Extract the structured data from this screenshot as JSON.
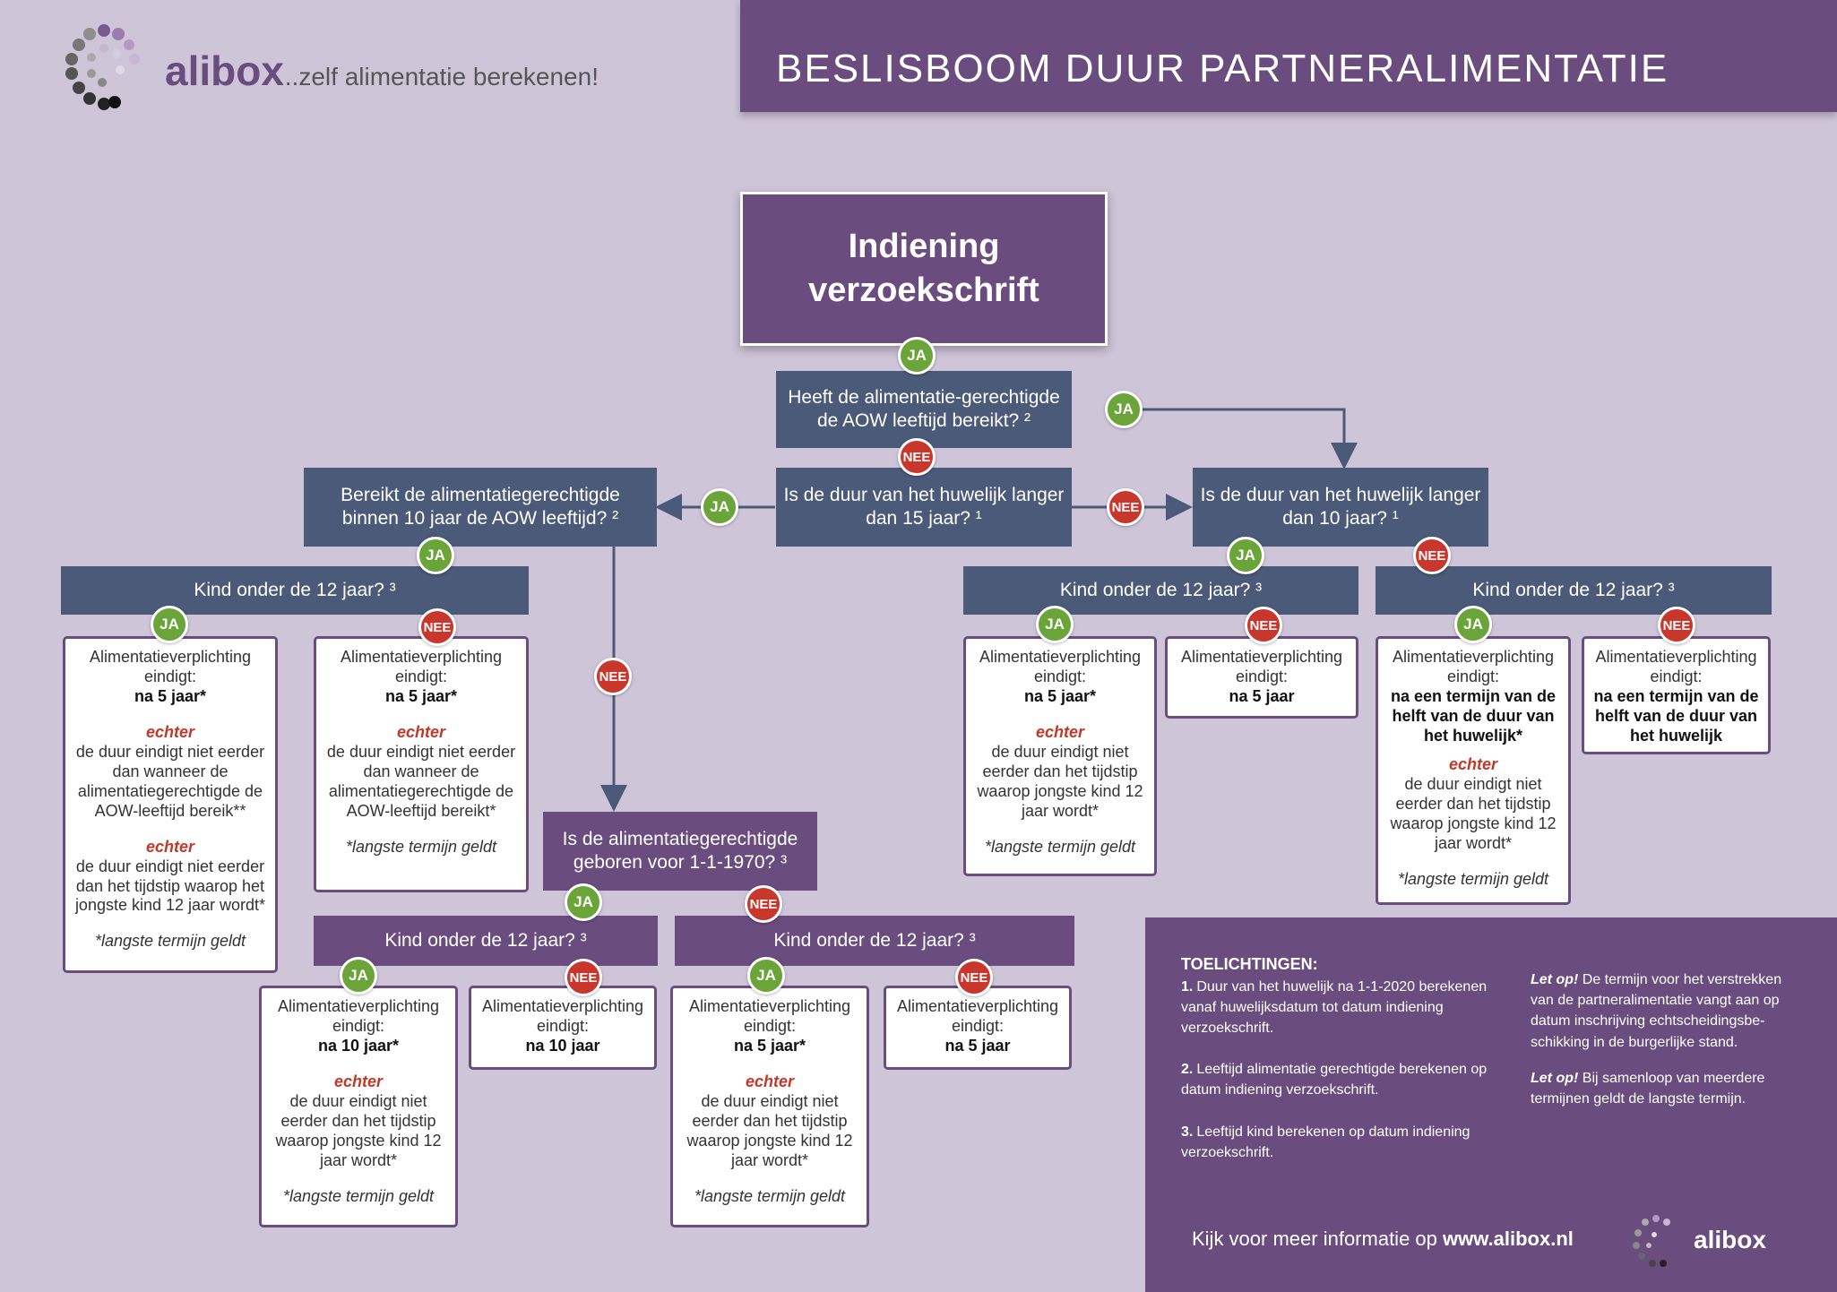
{
  "header": {
    "title": "BESLISBOOM DUUR PARTNERALIMENTATIE"
  },
  "logo": {
    "name": "alibox",
    "tagline": "...zelf alimentatie berekenen!"
  },
  "start": {
    "title": "Indiening verzoekschrift"
  },
  "labels": {
    "ja": "JA",
    "nee": "NEE"
  },
  "questions": {
    "aow": "Heeft de alimentatie-gerechtigde de AOW leeftijd bereikt? ²",
    "dur15": "Is de duur van het huwelijk langer dan 15 jaar? ¹",
    "dur10": "Is de duur van het huwelijk langer dan 10 jaar? ¹",
    "aow10": "Bereikt de alimentatiegerechtigde binnen 10 jaar de AOW leeftijd? ²",
    "born1970": "Is de alimentatiegerechtigde geboren voor 1-1-1970? ³",
    "kid_a": "Kind onder de 12 jaar? ³",
    "kid_b": "Kind onder de 12 jaar? ³",
    "kid_c": "Kind onder de 12 jaar? ³",
    "kid_d": "Kind onder de 12 jaar? ³",
    "kid_e": "Kind onder de 12 jaar? ³"
  },
  "results": {
    "intro": "Alimentatieverplichting eindigt:",
    "echter": "echter",
    "note": "*langste termijn geldt",
    "r1_value": "na 5 jaar*",
    "r1_text1": "de duur eindigt niet eerder dan wanneer de alimentatiegerechtigde de AOW-leeftijd bereik**",
    "r1_text2": "de duur eindigt niet eerder dan het tijdstip waarop het jongste kind 12 jaar wordt*",
    "r2_value": "na 5 jaar*",
    "r2_text": "de duur eindigt niet eerder dan wanneer de alimentatiegerechtigde de AOW-leeftijd bereikt*",
    "r3_value": "na 10 jaar*",
    "r3_text": "de duur eindigt niet eerder dan het tijdstip waarop jongste kind 12 jaar wordt*",
    "r4_value": "na 10 jaar",
    "r5_value": "na 5 jaar*",
    "r5_text": "de duur eindigt niet eerder dan het tijdstip waarop jongste kind 12 jaar wordt*",
    "r6_value": "na 5 jaar",
    "r7_value": "na 5 jaar*",
    "r7_text": "de duur eindigt niet eerder dan het tijdstip waarop jongste kind 12 jaar wordt*",
    "r8_value": "na 5 jaar",
    "r9_value": "na een termijn van de helft van de duur van het huwelijk*",
    "r9_text": "de duur eindigt niet eerder dan het tijdstip waarop jongste kind 12 jaar wordt*",
    "r10_value": "na een termijn van de helft van de duur van het huwelijk"
  },
  "info": {
    "title": "TOELICHTINGEN:",
    "items": [
      {
        "num": "1.",
        "text": "Duur van het huwelijk na 1-1-2020 berekenen vanaf huwelijksdatum tot datum indiening verzoekschrift."
      },
      {
        "num": "2.",
        "text": "Leeftijd alimentatie gerechtigde berekenen op datum indiening verzoekschrift."
      },
      {
        "num": "3.",
        "text": "Leeftijd kind berekenen op datum indiening verzoekschrift."
      }
    ],
    "letop": "Let op!",
    "letop1": "De termijn voor het verstrekken van de partneralimentatie vangt aan op datum inschrijving echtscheidingsbe-schikking in de burgerlijke stand.",
    "letop2": "Bij samenloop van meerdere termijnen geldt de langste termijn.",
    "more_prefix": "Kijk voor meer informatie op",
    "more_url": "www.alibox.nl",
    "brand": "alibox"
  },
  "colors": {
    "purple": "#6a4c7e",
    "slate": "#4a5a78",
    "green": "#6ba53a",
    "red": "#c9362c",
    "background": "#cfc5d9"
  }
}
